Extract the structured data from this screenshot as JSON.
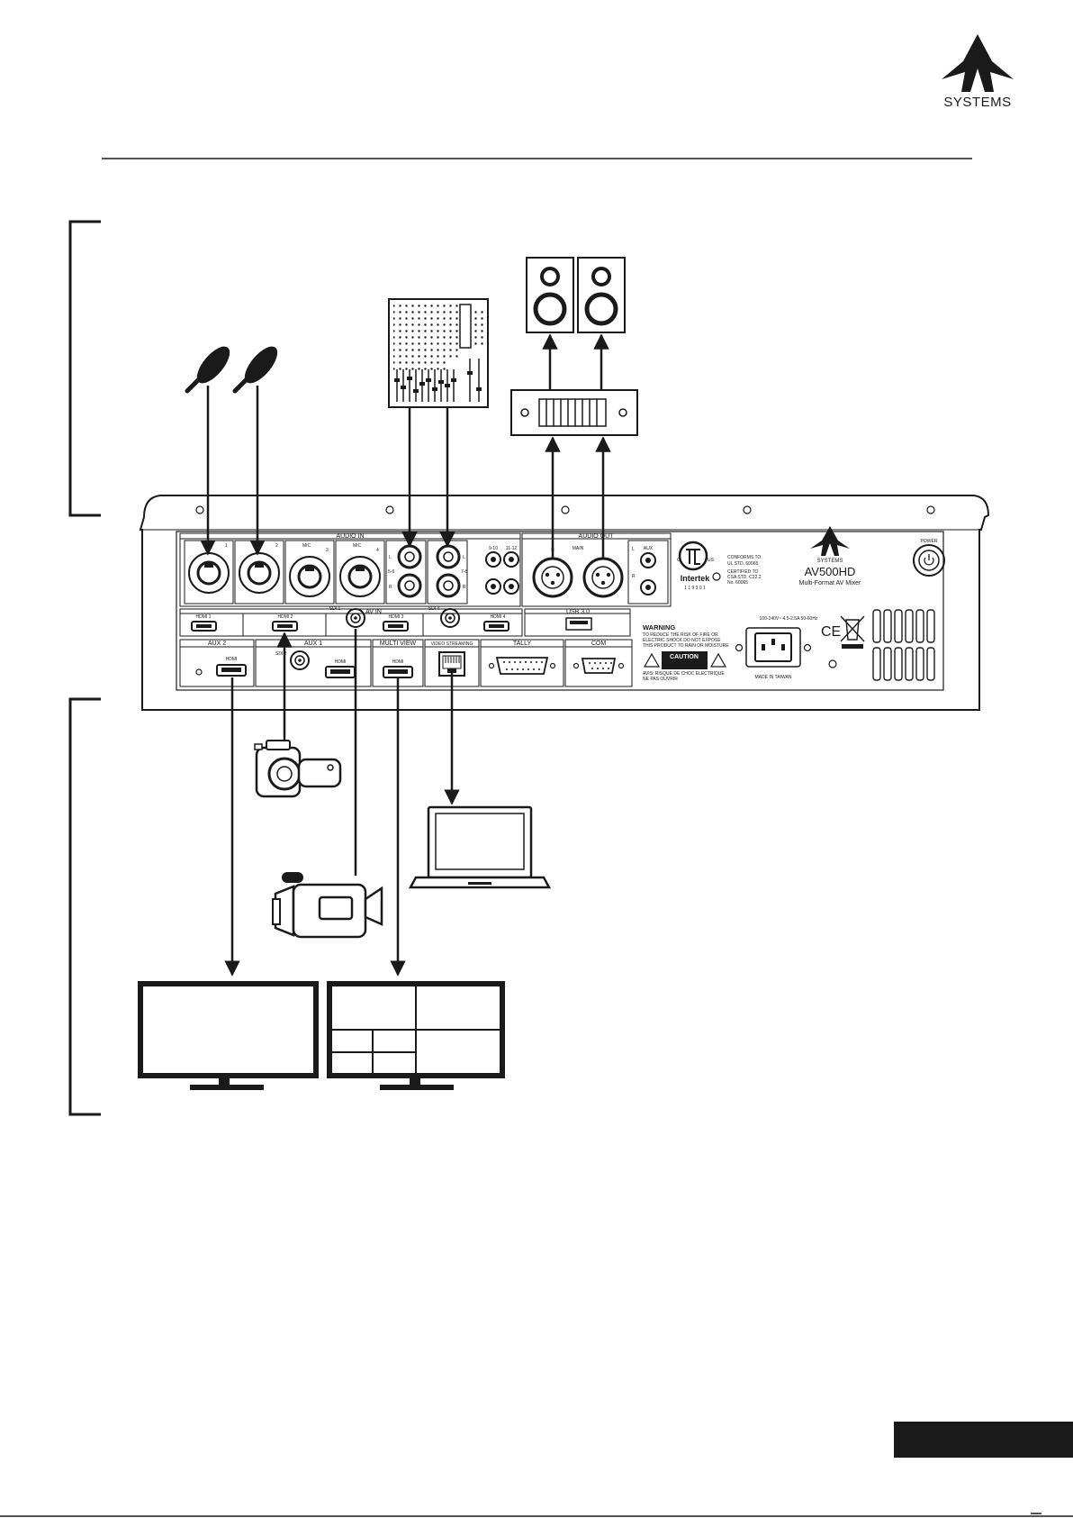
{
  "brand": {
    "logo_text": "SYSTEMS"
  },
  "panel": {
    "audio_in": "AUDIO IN",
    "audio_out": "AUDIO OUT",
    "main": "MAIN",
    "aux": "AUX",
    "mic": "MIC",
    "ch_1": "1",
    "ch_2": "2",
    "ch_3": "3",
    "ch_4": "4",
    "ch_56": "5-6",
    "ch_78": "7-8",
    "ch_910": "9-10",
    "ch_1112": "11-12",
    "L": "L",
    "R": "R",
    "av_in": "AV IN",
    "hdmi1": "HDMI 1",
    "hdmi2": "HDMI 2",
    "hdmi3": "HDMI 3",
    "hdmi4": "HDMI 4",
    "sdi1": "SDI 1",
    "sdi2": "SDI 2",
    "sdi4": "SDI 4",
    "usb": "USB 3.0",
    "aux1": "AUX 1",
    "aux2": "AUX 2",
    "multiview": "MULTI VIEW",
    "streaming": "VIDEO STREAMING",
    "tally": "TALLY",
    "com": "COM",
    "hdmi": "HDMI",
    "power": "POWER",
    "model": "AV500HD",
    "subtitle": "Multi-Format AV Mixer",
    "logo_text": "SYSTEMS",
    "conforms": "CONFORMS TO",
    "ul_std": "UL STD. 60065",
    "certified": "CERTIFIED TO",
    "csa_std": "CSA STD. C22.2",
    "csa_no": "No. 60065",
    "intertek": "Intertek",
    "intertek_no": "1 1 9 3 0 1",
    "c_mark": "C",
    "us_mark": "US",
    "warning": "WARNING",
    "warning_l1": "TO REDUCE THE RISK OF FIRE OR",
    "warning_l2": "ELECTRIC SHOCK DO NOT EXPOSE",
    "warning_l3": "THIS PRODUCT TO RAIN OR MOISTURE",
    "caution": "CAUTION",
    "avis_l1": "AVIS: RISQUE DE CHOC ELECTRIQUE",
    "avis_l2": "NE PAS OUVRIR",
    "voltage": "100-240V~ 4.5-2.5A 50-60Hz",
    "made_in": "MADE IN TAIWAN",
    "ce": "CE"
  }
}
